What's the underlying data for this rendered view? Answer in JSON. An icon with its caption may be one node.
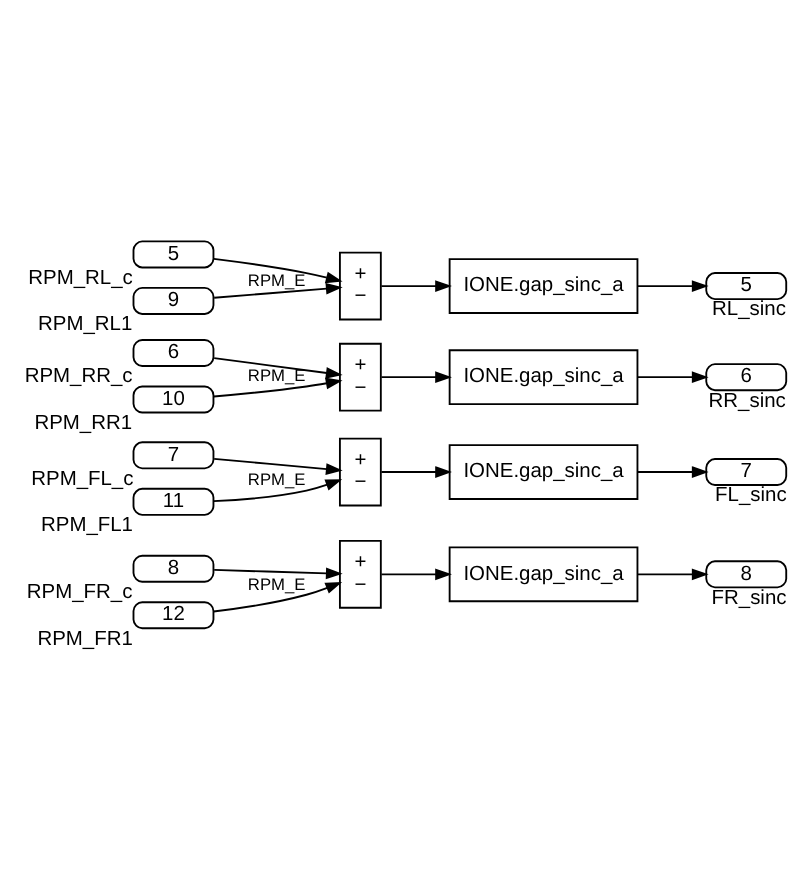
{
  "diagram": {
    "nodes": [
      {
        "text": [
          "5"
        ],
        "beside": [
          "RPM_RL_c"
        ]
      },
      {
        "text": [
          "9"
        ],
        "beside": [
          "RPM_RL1"
        ]
      },
      {
        "text": [
          "+",
          "−"
        ]
      },
      {
        "text": [
          "IONE.gap_sinc_a"
        ]
      },
      {
        "text": [
          "5"
        ],
        "beside": [
          "RL_sinc"
        ]
      },
      {
        "text": [
          "6"
        ],
        "beside": [
          "RPM_RR_c"
        ]
      },
      {
        "text": [
          "10"
        ],
        "beside": [
          "RPM_RR1"
        ]
      },
      {
        "text": [
          "+",
          "−"
        ]
      },
      {
        "text": [
          "IONE.gap_sinc_a"
        ]
      },
      {
        "text": [
          "6"
        ],
        "beside": [
          "RR_sinc"
        ]
      },
      {
        "text": [
          "7"
        ],
        "beside": [
          "RPM_FL_c"
        ]
      },
      {
        "text": [
          "11"
        ],
        "beside": [
          "RPM_FL1"
        ]
      },
      {
        "text": [
          "+",
          "−"
        ]
      },
      {
        "text": [
          "IONE.gap_sinc_a"
        ]
      },
      {
        "text": [
          "7"
        ],
        "beside": [
          "FL_sinc"
        ]
      },
      {
        "text": [
          "8"
        ],
        "beside": [
          "RPM_FR_c"
        ]
      },
      {
        "text": [
          "12"
        ],
        "beside": [
          "RPM_FR1"
        ]
      },
      {
        "text": [
          "+",
          "−"
        ]
      },
      {
        "text": [
          "IONE.gap_sinc_a"
        ]
      },
      {
        "text": [
          "8"
        ],
        "beside": [
          "FR_sinc"
        ]
      }
    ],
    "edges": [
      {
        "from": 0,
        "to": 2,
        "arrow": "to"
      },
      {
        "from": 1,
        "to": 2,
        "arrow": "to",
        "label": "RPM_E"
      },
      {
        "from": 2,
        "to": 3,
        "arrow": "to"
      },
      {
        "from": 3,
        "to": 4,
        "arrow": "to"
      },
      {
        "from": 5,
        "to": 7,
        "arrow": "to"
      },
      {
        "from": 6,
        "to": 7,
        "arrow": "to",
        "label": "RPM_E"
      },
      {
        "from": 7,
        "to": 8,
        "arrow": "to"
      },
      {
        "from": 8,
        "to": 9,
        "arrow": "to"
      },
      {
        "from": 10,
        "to": 12,
        "arrow": "to"
      },
      {
        "from": 11,
        "to": 12,
        "arrow": "to",
        "label": "RPM_E"
      },
      {
        "from": 12,
        "to": 13,
        "arrow": "to"
      },
      {
        "from": 13,
        "to": 14,
        "arrow": "to"
      },
      {
        "from": 15,
        "to": 17,
        "arrow": "to"
      },
      {
        "from": 16,
        "to": 17,
        "arrow": "to",
        "label": "RPM_E"
      },
      {
        "from": 17,
        "to": 18,
        "arrow": "to"
      },
      {
        "from": 18,
        "to": 19,
        "arrow": "to"
      }
    ]
  }
}
